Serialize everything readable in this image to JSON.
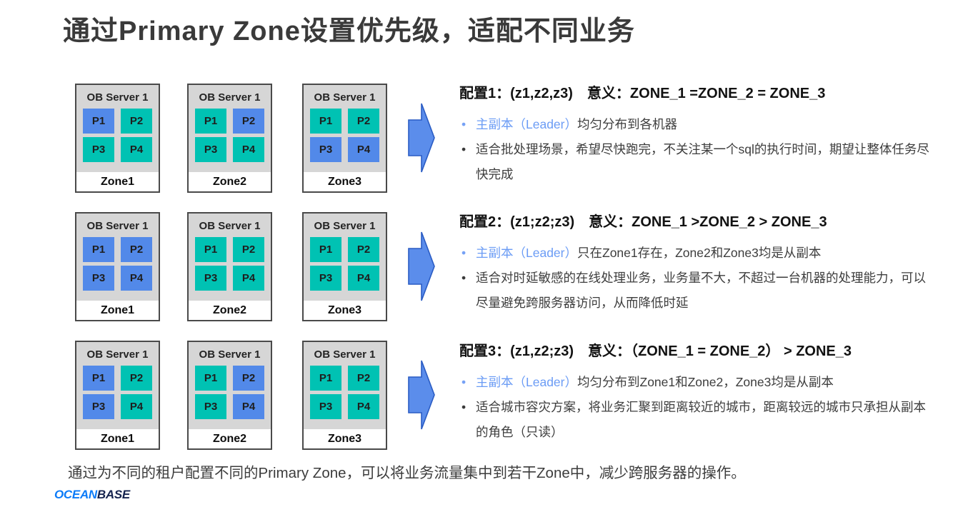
{
  "title": "通过Primary Zone设置优先级，适配不同业务",
  "colors": {
    "leader": "#5289e9",
    "follower": "#00c2b3",
    "arrow": "#5b8deb",
    "highlight_text": "#6b9cf5"
  },
  "rows": [
    {
      "zones": [
        {
          "server_label": "OB Server 1",
          "zone_label": "Zone1",
          "partitions": [
            {
              "label": "P1",
              "role": "leader"
            },
            {
              "label": "P2",
              "role": "follower"
            },
            {
              "label": "P3",
              "role": "follower"
            },
            {
              "label": "P4",
              "role": "follower"
            }
          ]
        },
        {
          "server_label": "OB Server 1",
          "zone_label": "Zone2",
          "partitions": [
            {
              "label": "P1",
              "role": "follower"
            },
            {
              "label": "P2",
              "role": "leader"
            },
            {
              "label": "P3",
              "role": "follower"
            },
            {
              "label": "P4",
              "role": "follower"
            }
          ]
        },
        {
          "server_label": "OB Server 1",
          "zone_label": "Zone3",
          "partitions": [
            {
              "label": "P1",
              "role": "follower"
            },
            {
              "label": "P2",
              "role": "follower"
            },
            {
              "label": "P3",
              "role": "leader"
            },
            {
              "label": "P4",
              "role": "leader"
            }
          ]
        }
      ],
      "config": {
        "heading": "配置1：(z1,z2,z3)　意义：ZONE_1 =ZONE_2 = ZONE_3",
        "bullet1_highlight": "主副本（Leader）",
        "bullet1_rest": "均匀分布到各机器",
        "bullet2": "适合批处理场景，希望尽快跑完，不关注某一个sql的执行时间，期望让整体任务尽快完成"
      }
    },
    {
      "zones": [
        {
          "server_label": "OB Server 1",
          "zone_label": "Zone1",
          "partitions": [
            {
              "label": "P1",
              "role": "leader"
            },
            {
              "label": "P2",
              "role": "leader"
            },
            {
              "label": "P3",
              "role": "leader"
            },
            {
              "label": "P4",
              "role": "leader"
            }
          ]
        },
        {
          "server_label": "OB Server 1",
          "zone_label": "Zone2",
          "partitions": [
            {
              "label": "P1",
              "role": "follower"
            },
            {
              "label": "P2",
              "role": "follower"
            },
            {
              "label": "P3",
              "role": "follower"
            },
            {
              "label": "P4",
              "role": "follower"
            }
          ]
        },
        {
          "server_label": "OB Server 1",
          "zone_label": "Zone3",
          "partitions": [
            {
              "label": "P1",
              "role": "follower"
            },
            {
              "label": "P2",
              "role": "follower"
            },
            {
              "label": "P3",
              "role": "follower"
            },
            {
              "label": "P4",
              "role": "follower"
            }
          ]
        }
      ],
      "config": {
        "heading": "配置2：(z1;z2;z3)　意义：ZONE_1 >ZONE_2 > ZONE_3",
        "bullet1_highlight": "主副本（Leader）",
        "bullet1_rest": "只在Zone1存在，Zone2和Zone3均是从副本",
        "bullet2": "适合对时延敏感的在线处理业务，业务量不大，不超过一台机器的处理能力，可以尽量避免跨服务器访问，从而降低时延"
      }
    },
    {
      "zones": [
        {
          "server_label": "OB Server 1",
          "zone_label": "Zone1",
          "partitions": [
            {
              "label": "P1",
              "role": "leader"
            },
            {
              "label": "P2",
              "role": "follower"
            },
            {
              "label": "P3",
              "role": "leader"
            },
            {
              "label": "P4",
              "role": "follower"
            }
          ]
        },
        {
          "server_label": "OB Server 1",
          "zone_label": "Zone2",
          "partitions": [
            {
              "label": "P1",
              "role": "follower"
            },
            {
              "label": "P2",
              "role": "leader"
            },
            {
              "label": "P3",
              "role": "follower"
            },
            {
              "label": "P4",
              "role": "leader"
            }
          ]
        },
        {
          "server_label": "OB Server 1",
          "zone_label": "Zone3",
          "partitions": [
            {
              "label": "P1",
              "role": "follower"
            },
            {
              "label": "P2",
              "role": "follower"
            },
            {
              "label": "P3",
              "role": "follower"
            },
            {
              "label": "P4",
              "role": "follower"
            }
          ]
        }
      ],
      "config": {
        "heading": "配置3：(z1,z2;z3)　意义：（ZONE_1 = ZONE_2） > ZONE_3",
        "bullet1_highlight": "主副本（Leader）",
        "bullet1_rest": "均匀分布到Zone1和Zone2，Zone3均是从副本",
        "bullet2": "适合城市容灾方案，将业务汇聚到距离较近的城市，距离较远的城市只承担从副本的角色（只读）"
      }
    }
  ],
  "footer_note": "通过为不同的租户配置不同的Primary Zone，可以将业务流量集中到若干Zone中，减少跨服务器的操作。",
  "logo": {
    "primary": "OCEAN",
    "secondary": "BASE"
  }
}
